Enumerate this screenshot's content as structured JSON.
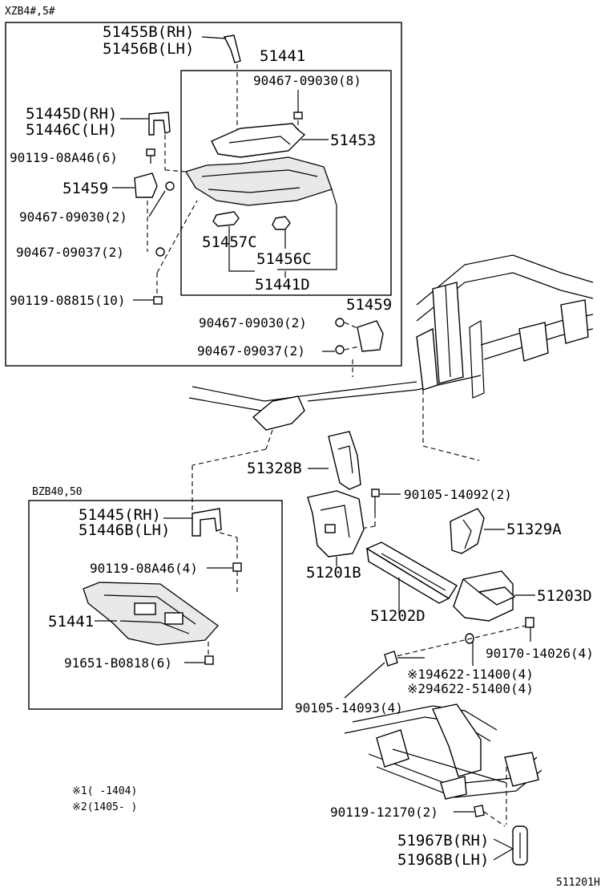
{
  "sections": {
    "top_variant": "XZB4#,5#",
    "bottom_variant": "BZB40,50"
  },
  "labels": {
    "p51455b": "51455B(RH)",
    "p51456b": "51456B(LH)",
    "p51441_top": "51441",
    "p90467_09030_8": "90467-09030(8)",
    "p51445d": "51445D(RH)",
    "p51446c": "51446C(LH)",
    "p51453": "51453",
    "p90119_08a46_6": "90119-08A46(6)",
    "p51459_a": "51459",
    "p90467_09030_2_a": "90467-09030(2)",
    "p90467_09037_2_a": "90467-09037(2)",
    "p51457c": "51457C",
    "p51456c": "51456C",
    "p51441d": "51441D",
    "p90119_08815_10": "90119-08815(10)",
    "p51459_b": "51459",
    "p90467_09030_2_b": "90467-09030(2)",
    "p90467_09037_2_b": "90467-09037(2)",
    "p51328b": "51328B",
    "p90105_14092_2": "90105-14092(2)",
    "p51445_rh": "51445(RH)",
    "p51446b": "51446B(LH)",
    "p51329a": "51329A",
    "p90119_08a46_4": "90119-08A46(4)",
    "p51201b": "51201B",
    "p51203d": "51203D",
    "p51441_bottom": "51441",
    "p51202d": "51202D",
    "p90170_14026_4": "90170-14026(4)",
    "p91651_b0818_6": "91651-B0818(6)",
    "p94622_11400_4": "※194622-11400(4)",
    "p94622_51400_4": "※294622-51400(4)",
    "p90105_14093_4": "90105-14093(4)",
    "p90119_12170_2": "90119-12170(2)",
    "p51967b": "51967B(RH)",
    "p51968b": "51968B(LH)"
  },
  "notes": {
    "note1": "※1(     -1404)",
    "note2": "※2(1405-     )"
  },
  "footer": {
    "diagram_id": "511201H"
  }
}
